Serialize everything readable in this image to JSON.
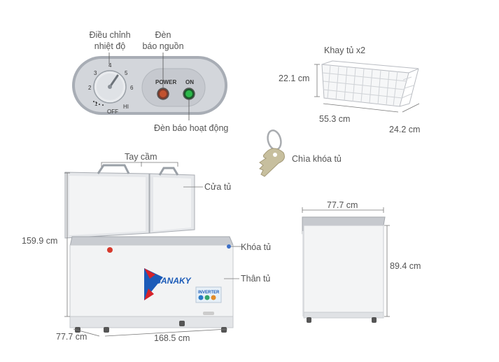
{
  "panel": {
    "label_thermostat": [
      "Điều chỉnh",
      "nhiệt độ"
    ],
    "label_power_light": [
      "Đèn",
      "báo nguồn"
    ],
    "label_run_light": "Đèn báo hoạt động",
    "power_text": "POWER",
    "on_text": "ON",
    "dial_numbers": [
      "1",
      "2",
      "3",
      "4",
      "5",
      "6"
    ],
    "dial_off": "OFF",
    "dial_hi": "HI"
  },
  "basket": {
    "title": "Khay tủ x2",
    "height": "22.1 cm",
    "width": "55.3 cm",
    "depth": "24.2 cm"
  },
  "key": {
    "label": "Chìa khóa tủ"
  },
  "freezer": {
    "handle": "Tay cầm",
    "door": "Cửa tủ",
    "lock": "Khóa tủ",
    "body": "Thân tủ",
    "height": "159.9 cm",
    "depth": "77.7 cm",
    "width": "168.5 cm",
    "brand": "SANAKY",
    "badge": "INVERTER"
  },
  "side": {
    "depth": "77.7 cm",
    "height": "89.4 cm"
  }
}
